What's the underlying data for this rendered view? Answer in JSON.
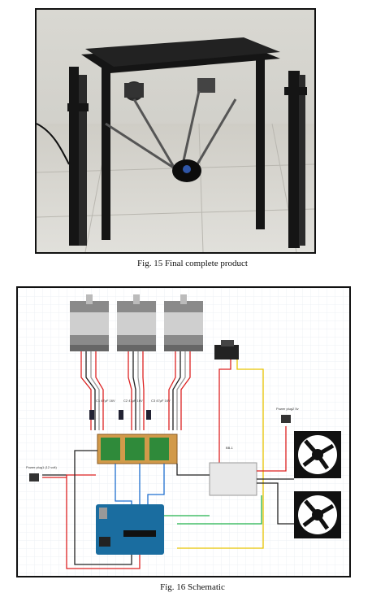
{
  "figures": [
    {
      "caption": "Fig. 15 Final complete product",
      "image": "delta-printer-photo"
    },
    {
      "caption": "Fig. 16 Schematic",
      "image": "wiring-schematic"
    }
  ],
  "schematic": {
    "cap_labels": [
      "C1\n47µF\n16V",
      "C2\n47µF\n16V",
      "C3\n47µF\n16V"
    ],
    "power_left": "Power plug1\n(12 volt)",
    "power_right": "Power plug2\n5v",
    "breadboard_label": "BB-1"
  }
}
